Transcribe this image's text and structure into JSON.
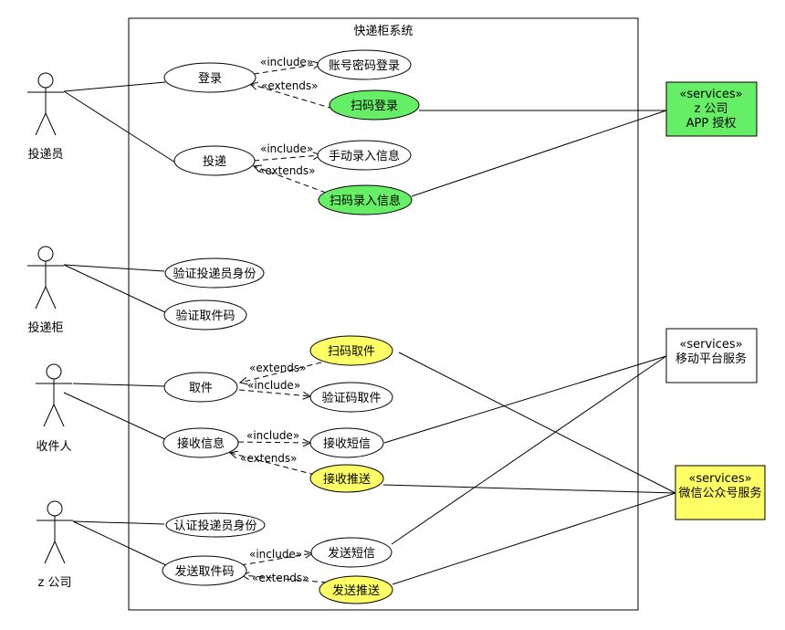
{
  "system": {
    "title": "快递柜系统"
  },
  "actors": {
    "courier": "投递员",
    "locker": "投递柜",
    "recipient": "收件人",
    "company": "z 公司"
  },
  "use_cases": {
    "login": "登录",
    "pw_login": "账号密码登录",
    "scan_login": "扫码登录",
    "deliver": "投递",
    "manual_info": "手动录入信息",
    "scan_info": "扫码录入信息",
    "verify_courier": "验证投递员身份",
    "verify_code": "验证取件码",
    "scan_pickup": "扫码取件",
    "pickup": "取件",
    "code_pickup": "验证码取件",
    "receive_info": "接收信息",
    "receive_sms": "接收短信",
    "receive_push": "接收推送",
    "auth_courier": "认证投递员身份",
    "send_code": "发送取件码",
    "send_sms": "发送短信",
    "send_push": "发送推送"
  },
  "relations": {
    "include": "«include»",
    "extends": "«extends»"
  },
  "services": {
    "stereotype": "«services»",
    "app_auth": [
      "z 公司",
      "APP 授权"
    ],
    "mobile": "移动平台服务",
    "wechat": "微信公众号服务"
  },
  "colors": {
    "green": "#66ee66",
    "yellow": "#ffff66",
    "green_box": "#66ee66",
    "yellow_box": "#ffff66"
  }
}
